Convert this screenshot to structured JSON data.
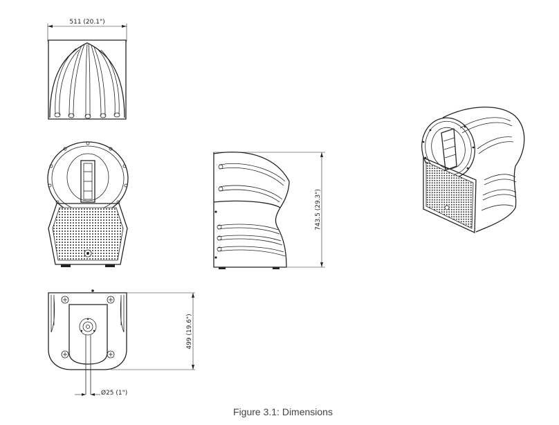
{
  "dimensions": {
    "top_width": "511 (20.1\")",
    "side_height": "743.5 (29.3\")",
    "bottom_depth": "499 (19.6\")",
    "pole_diameter": "Ø25 (1\")"
  },
  "caption": "Figure 3.1: Dimensions"
}
